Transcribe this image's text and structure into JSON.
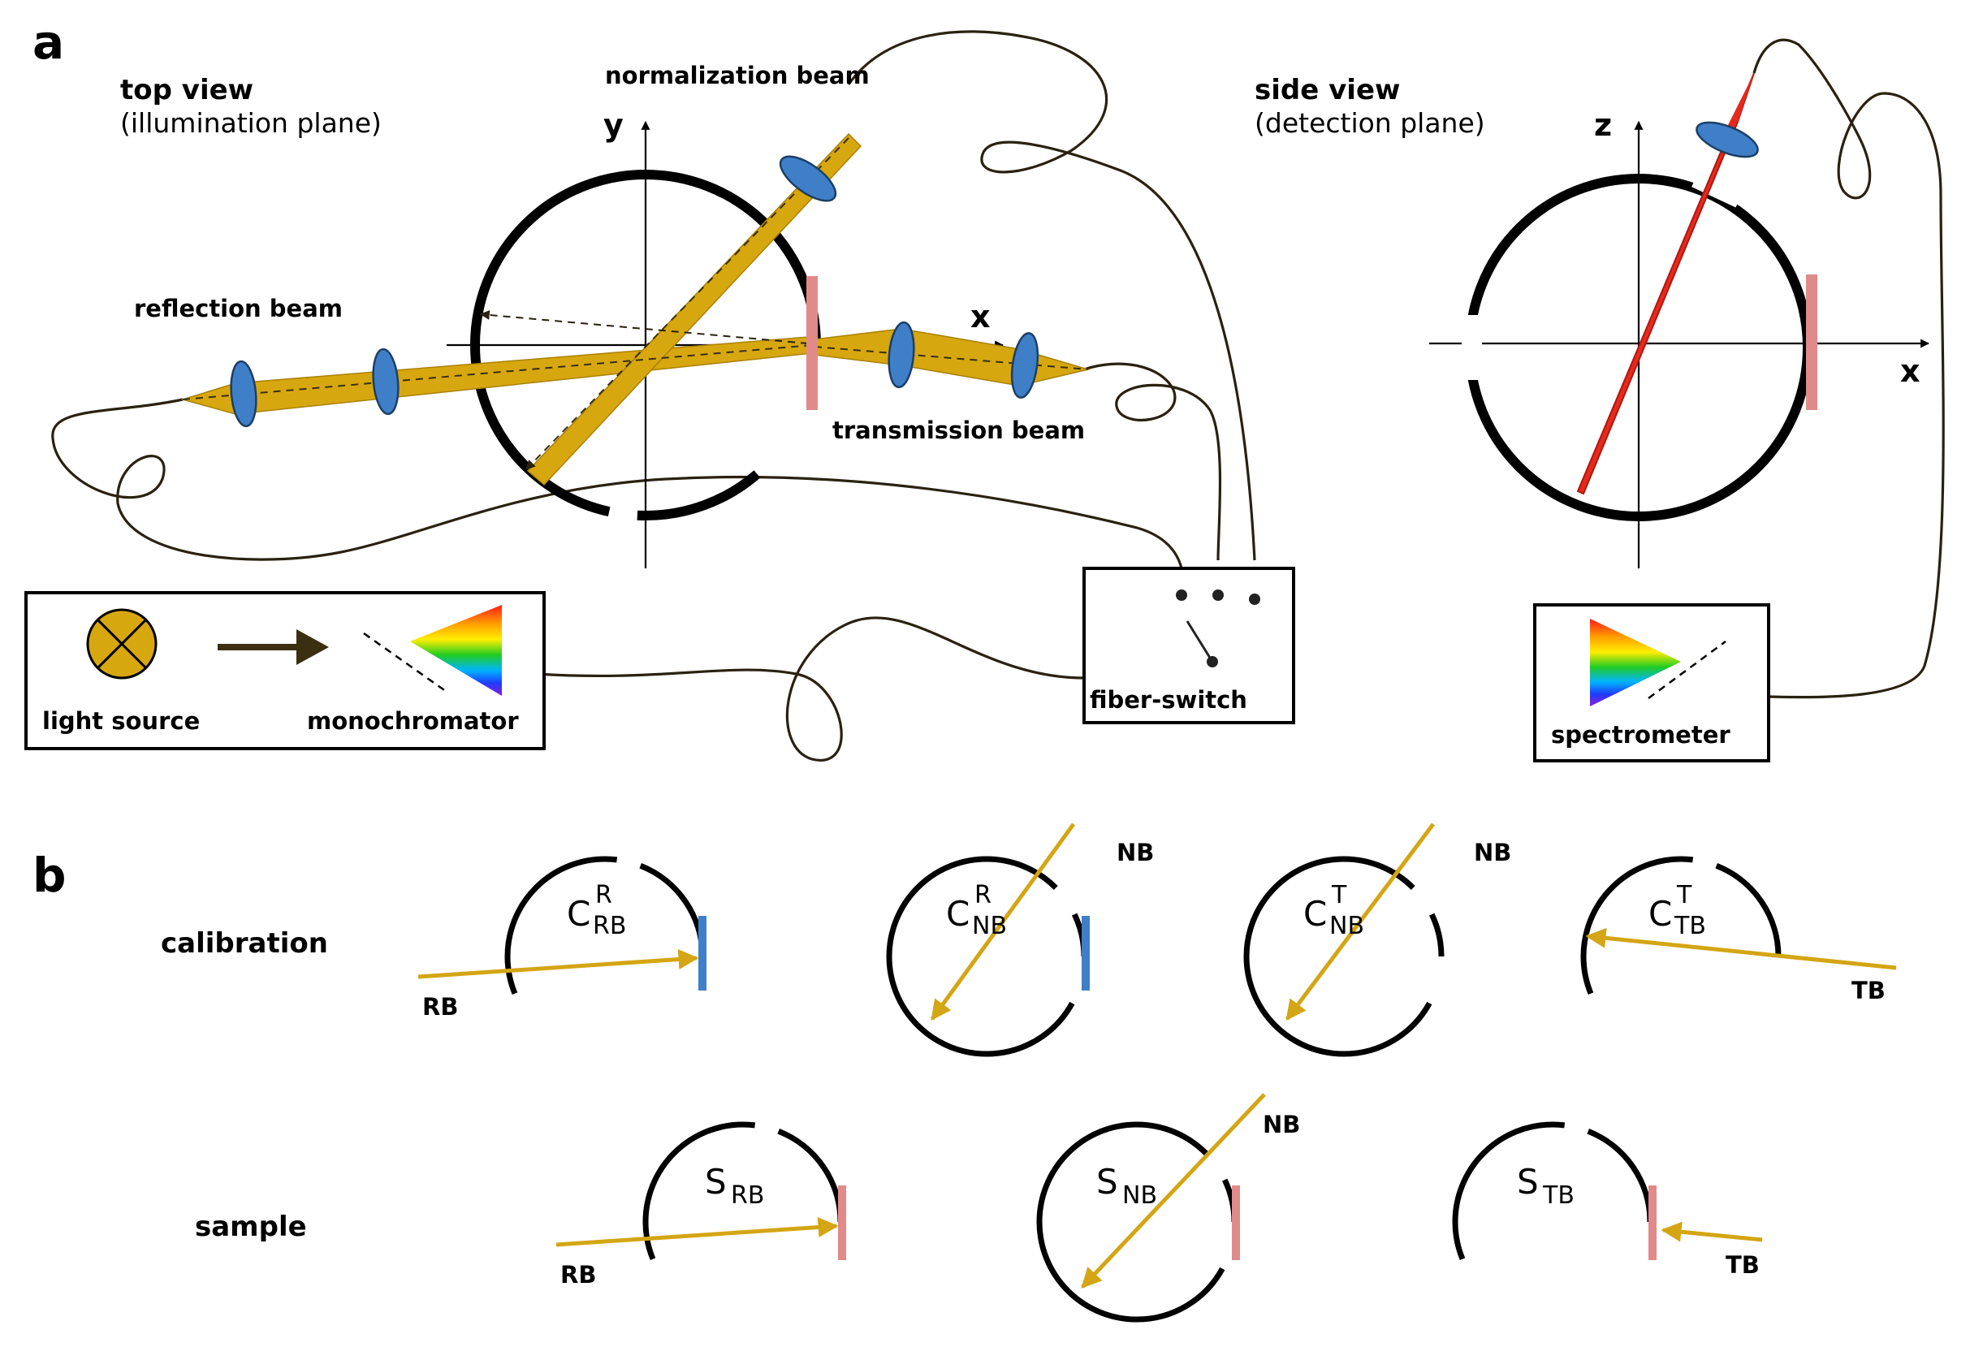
{
  "panel_a": {
    "letter": "a",
    "top_view": {
      "title": "top view",
      "subtitle": "(illumination plane)"
    },
    "side_view": {
      "title": "side view",
      "subtitle": "(detection plane)"
    },
    "beams": {
      "normalization": "normalization beam",
      "reflection": "reflection beam",
      "transmission": "transmission beam"
    },
    "axes": {
      "top_y": "y",
      "top_x": "x",
      "side_z": "z",
      "side_x": "x"
    },
    "boxes": {
      "light_source": "light source",
      "monochromator": "monochromator",
      "fiber_switch": "fiber-switch",
      "spectrometer": "spectrometer"
    }
  },
  "panel_b": {
    "letter": "b",
    "row_labels": {
      "calibration": "calibration",
      "sample": "sample"
    },
    "calibration": [
      {
        "base": "C",
        "sup": "R",
        "sub": "RB",
        "beam": "RB"
      },
      {
        "base": "C",
        "sup": "R",
        "sub": "NB",
        "beam": "NB"
      },
      {
        "base": "C",
        "sup": "T",
        "sub": "NB",
        "beam": "NB"
      },
      {
        "base": "C",
        "sup": "T",
        "sub": "TB",
        "beam": "TB"
      }
    ],
    "sample": [
      {
        "base": "S",
        "sub": "RB",
        "beam": "RB"
      },
      {
        "base": "S",
        "sub": "NB",
        "beam": "NB"
      },
      {
        "base": "S",
        "sub": "TB",
        "beam": "TB"
      }
    ]
  },
  "colors": {
    "beam": "#d7a70f",
    "lens": "#3f7fc8",
    "sample_port": "#e08a8a",
    "reference_port": "#3f7fc8",
    "detection_beam": "#e52a1d",
    "sphere": "#000000"
  },
  "icons": [
    "light-source-icon",
    "monochromator-prism-icon",
    "spectrometer-prism-icon",
    "switch-icon",
    "arrow-icon",
    "lens-icon"
  ]
}
